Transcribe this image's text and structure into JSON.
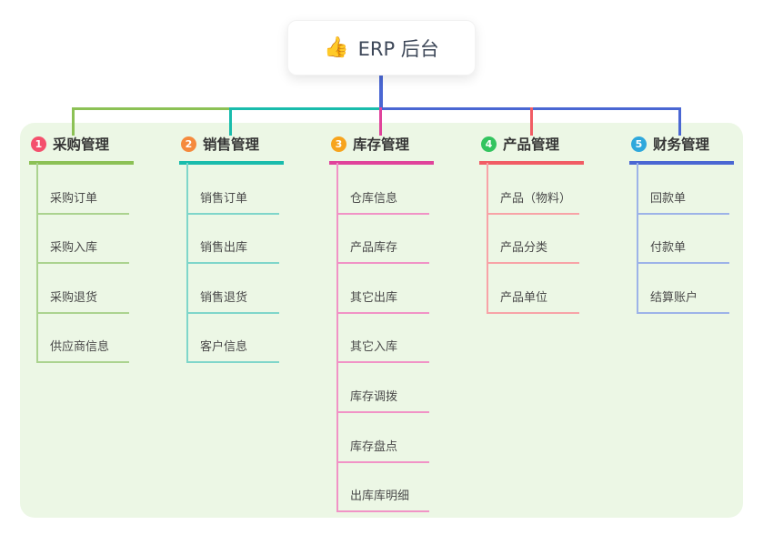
{
  "root": {
    "icon": "👍",
    "title": "ERP 后台"
  },
  "colors": {
    "panel_bg": "#ecf7e5",
    "root_connector": "#4a67d3",
    "branch_lines": [
      "#8cc155",
      "#19bcac",
      "#e0439b",
      "#f15c64",
      "#4a67d3"
    ],
    "child_lines": [
      "#abd38f",
      "#7fd6ca",
      "#f193c6",
      "#f8a3a7",
      "#9db3e8"
    ],
    "badge_colors": [
      "#f4506d",
      "#f58a3d",
      "#f7a41d",
      "#33c45f",
      "#2fa8dc"
    ]
  },
  "branches": [
    {
      "badge": "1",
      "label": "采购管理",
      "children": [
        {
          "label": "采购订单"
        },
        {
          "label": "采购入库"
        },
        {
          "label": "采购退货"
        },
        {
          "label": "供应商信息"
        }
      ]
    },
    {
      "badge": "2",
      "label": "销售管理",
      "children": [
        {
          "label": "销售订单"
        },
        {
          "label": "销售出库"
        },
        {
          "label": "销售退货"
        },
        {
          "label": "客户信息"
        }
      ]
    },
    {
      "badge": "3",
      "label": "库存管理",
      "children": [
        {
          "label": "仓库信息"
        },
        {
          "label": "产品库存"
        },
        {
          "label": "其它出库"
        },
        {
          "label": "其它入库"
        },
        {
          "label": "库存调拨"
        },
        {
          "label": "库存盘点"
        },
        {
          "label": "出库库明细"
        }
      ]
    },
    {
      "badge": "4",
      "label": "产品管理",
      "children": [
        {
          "label": "产品（物料）"
        },
        {
          "label": "产品分类"
        },
        {
          "label": "产品单位"
        }
      ]
    },
    {
      "badge": "5",
      "label": "财务管理",
      "children": [
        {
          "label": "回款单"
        },
        {
          "label": "付款单"
        },
        {
          "label": "结算账户"
        }
      ]
    }
  ]
}
